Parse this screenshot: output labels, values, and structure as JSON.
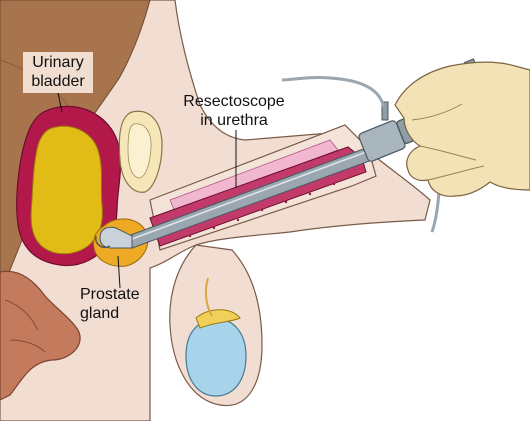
{
  "labels": {
    "urinary_bladder": [
      "Urinary",
      "bladder"
    ],
    "resectoscope": [
      "Resectoscope",
      "in urethra"
    ],
    "prostate": [
      "Prostate",
      "gland"
    ]
  },
  "colors": {
    "skin": "#f2ddd3",
    "abdomen_brown": "#a7744d",
    "bladder_wall": "#b3184a",
    "bladder_lumen": "#e1bc16",
    "prostate": "#eeaa24",
    "urethra": "#c23a6a",
    "scope_metal": "#9aa7b0",
    "hand": "#f3e2b5",
    "rectum": "#c37a5d"
  }
}
